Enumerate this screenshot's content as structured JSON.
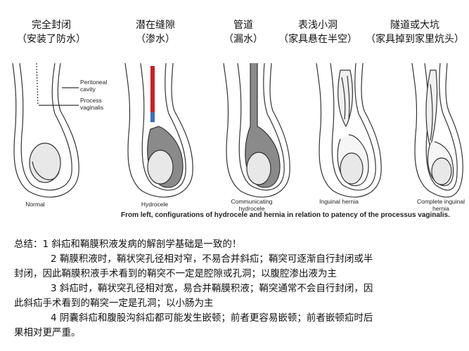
{
  "headers": [
    {
      "title": "完全封闭",
      "sub": "（安装了防水）"
    },
    {
      "title": "潜在缝隙",
      "sub": "（渗水）"
    },
    {
      "title": "管道",
      "sub": "（漏水）"
    },
    {
      "title": "表浅小洞",
      "sub": "（家具悬在半空）"
    },
    {
      "title": "隧道或大坑",
      "sub": "（家具掉到家里炕头）"
    }
  ],
  "annotations": {
    "peritoneal_cavity": "Peritoneal cavity",
    "process_vaginalis": "Process vaginalis"
  },
  "panels": [
    {
      "label": "Normal"
    },
    {
      "label": "Hydrocele"
    },
    {
      "label": "Communicating hydrocele"
    },
    {
      "label": "Inguinal hernia"
    },
    {
      "label": "Complete inguinal hernia"
    }
  ],
  "caption": "From left, configurations of hydrocele and hernia in relation to patency of the processus vaginalis.",
  "summary": {
    "p1": "总结：1 斜疝和鞘膜积液发病的解剖学基础是一致的！",
    "p2a": "2 鞘膜积液时，鞘状突孔径相对窄，不易合并斜疝；鞘突可逐渐自行封闭或半",
    "p2b": "封闭，因此鞘膜积液手术看到的鞘突不一定是腔隙或孔洞；以腹腔渗出液为主",
    "p3a": "3 斜疝时，鞘状突孔径相对宽，易合并鞘膜积液；鞘突通常不会自行封闭，因",
    "p3b": "此斜疝手术看到的鞘突一定是孔洞；以小肠为主",
    "p4a": "4 阴囊斜疝和腹股沟斜疝都可能发生嵌顿；前者更容易嵌顿；前者嵌顿疝时后",
    "p4b": "果相对更严重。"
  },
  "colors": {
    "line": "#333333",
    "fluid": "#8a8a8a",
    "testis": "#e8e8e8",
    "red": "#c8202a",
    "blue": "#3a6fc0"
  }
}
